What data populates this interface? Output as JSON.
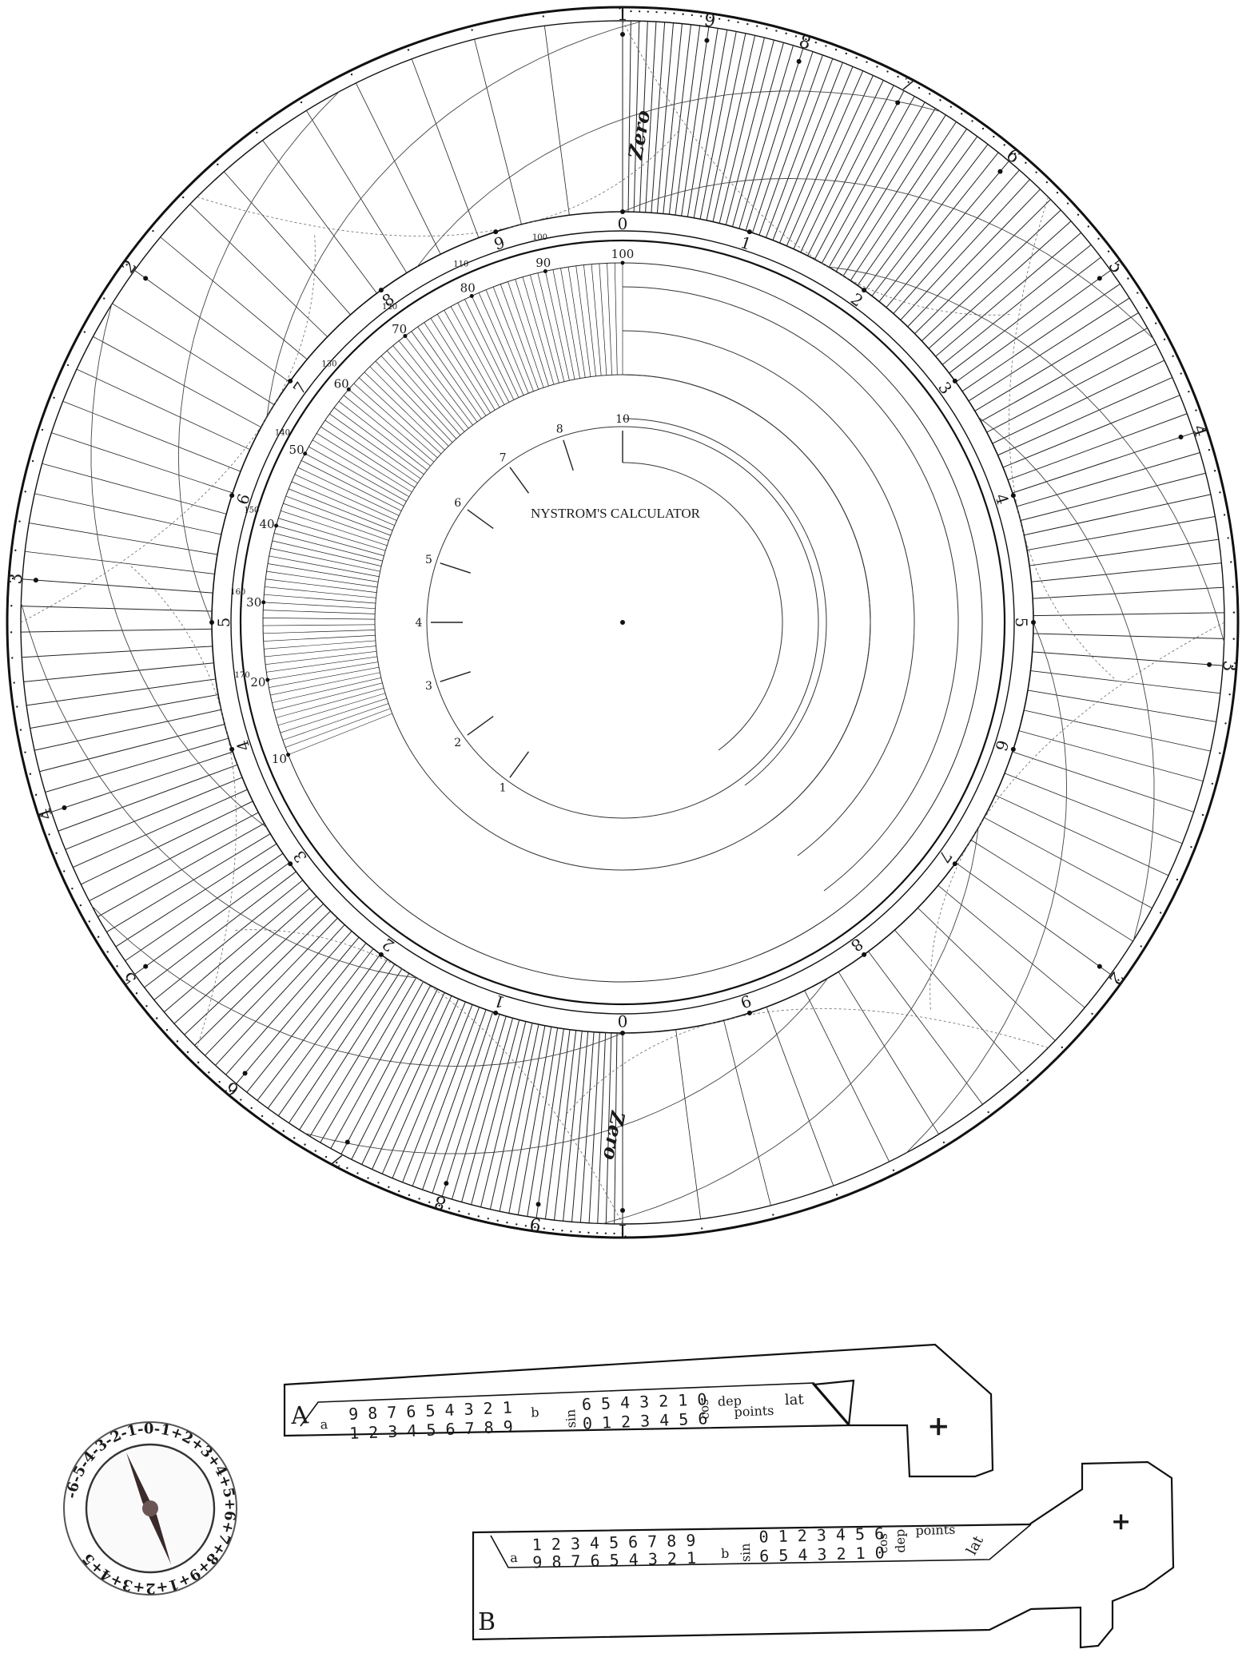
{
  "title": "NYSTROM'S CALCULATOR",
  "outer_ring_digits": [
    "1",
    "2",
    "3",
    "4",
    "5",
    "6",
    "7",
    "8",
    "9"
  ],
  "outer_zero_label": "Zero",
  "middle_ring_digits": [
    "0",
    "1",
    "2",
    "3",
    "4",
    "5",
    "6",
    "7",
    "8",
    "9"
  ],
  "inner_scale_top": [
    "10",
    "20",
    "30",
    "40",
    "50",
    "60",
    "70",
    "80",
    "90",
    "100"
  ],
  "inner_scale_small": [
    "100",
    "110",
    "120",
    "130",
    "140",
    "150",
    "160",
    "170"
  ],
  "inner_scale_units": [
    "1",
    "2",
    "3",
    "4",
    "5",
    "6",
    "7",
    "8",
    "10"
  ],
  "slider_a": {
    "letter": "A",
    "small_a": "a",
    "small_b": "b",
    "row_top": "9 8 7 6 5 4 3 2 1",
    "row_bottom": "1 2 3 4 5 6 7 8 9",
    "sin": "sin",
    "cos": "cos",
    "sin_row_top": "6 5 4 3 2 1 0",
    "sin_row_bottom": "0 1 2 3 4 5 6",
    "dep": "dep",
    "points": "points",
    "lat": "lat",
    "cross": "+"
  },
  "slider_b": {
    "letter": "B",
    "small_a": "a",
    "small_b": "b",
    "row_top": "1 2 3 4 5 6 7 8 9",
    "row_bottom": "9 8 7 6 5 4 3 2 1",
    "sin": "sin",
    "cos": "cos",
    "sin_row_top": "0 1 2 3 4 5 6",
    "sin_row_bottom": "6 5 4 3 2 1 0",
    "dep": "dep",
    "points": "points",
    "lat": "lat",
    "cross": "+"
  },
  "dial_ring_text": "-6-5-4-3-2-1-0-1+2+3+4+5+6+7+8+9+1+2+3+4+5"
}
